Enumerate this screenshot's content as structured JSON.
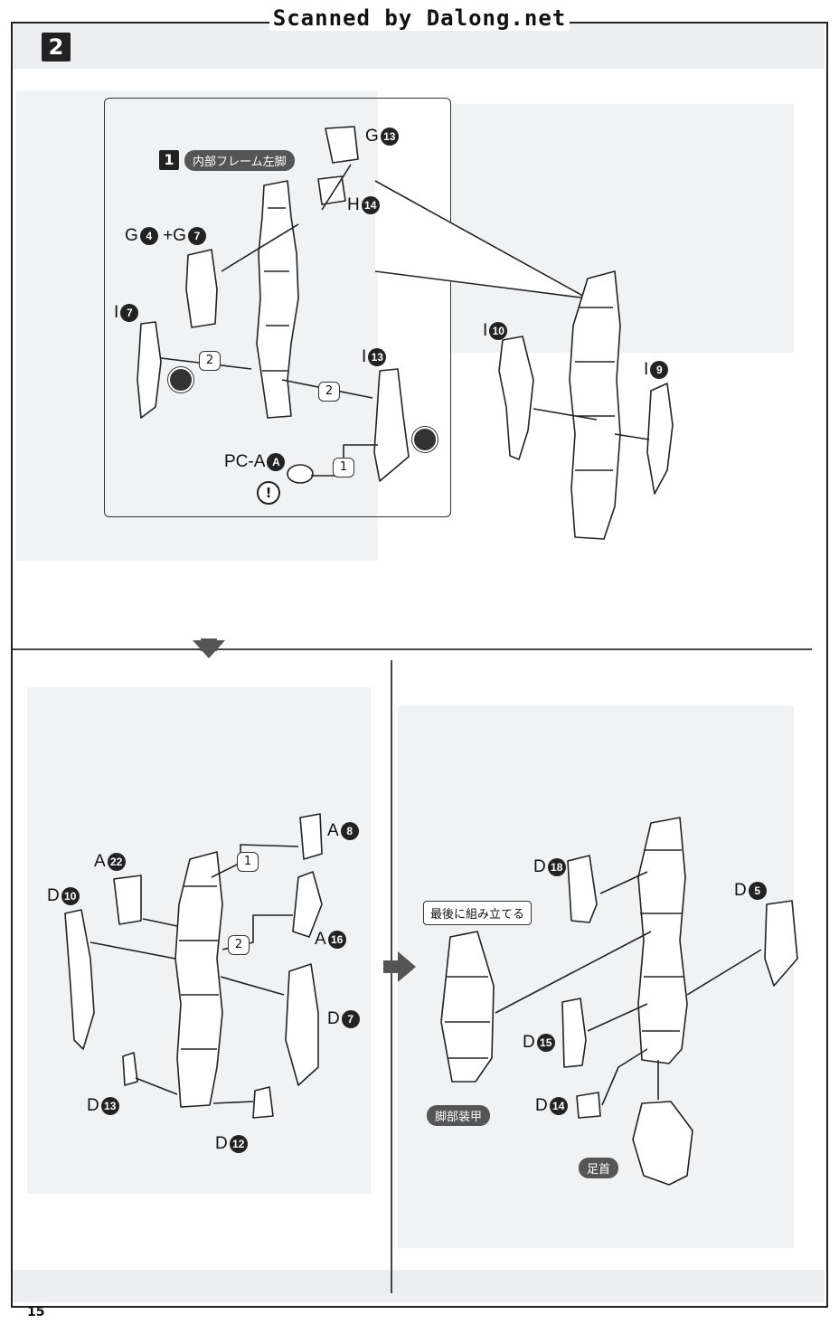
{
  "watermark": "Scanned by Dalong.net",
  "step_number": "2",
  "page_number": "15",
  "sub_step": {
    "number": "1",
    "title": "内部フレーム左脚"
  },
  "part_labels": {
    "g13": {
      "letter": "G",
      "num": "13"
    },
    "h14": {
      "letter": "H",
      "num": "14"
    },
    "g4": {
      "letter": "G",
      "num": "4"
    },
    "g7": {
      "letter": "G",
      "num": "7"
    },
    "plus": "+",
    "i7": {
      "letter": "I",
      "num": "7"
    },
    "i13": {
      "letter": "I",
      "num": "13"
    },
    "pca": {
      "letter": "PC-A",
      "num": "A"
    },
    "i10": {
      "letter": "I",
      "num": "10"
    },
    "i9": {
      "letter": "I",
      "num": "9"
    },
    "a8": {
      "letter": "A",
      "num": "8"
    },
    "a22": {
      "letter": "A",
      "num": "22"
    },
    "d10": {
      "letter": "D",
      "num": "10"
    },
    "a16": {
      "letter": "A",
      "num": "16"
    },
    "d7": {
      "letter": "D",
      "num": "7"
    },
    "d13": {
      "letter": "D",
      "num": "13"
    },
    "d12": {
      "letter": "D",
      "num": "12"
    },
    "d18": {
      "letter": "D",
      "num": "18"
    },
    "d5": {
      "letter": "D",
      "num": "5"
    },
    "d15": {
      "letter": "D",
      "num": "15"
    },
    "d14": {
      "letter": "D",
      "num": "14"
    }
  },
  "order_markers": {
    "one": "1",
    "two": "2"
  },
  "warning_symbol": "!",
  "callouts": {
    "assemble_last": "最後に組み立てる",
    "leg_armor": "脚部装甲",
    "ankle": "足首"
  },
  "colors": {
    "line": "#222222",
    "pill_bg": "#555555",
    "ghost_bg": "#f1f2f4"
  }
}
